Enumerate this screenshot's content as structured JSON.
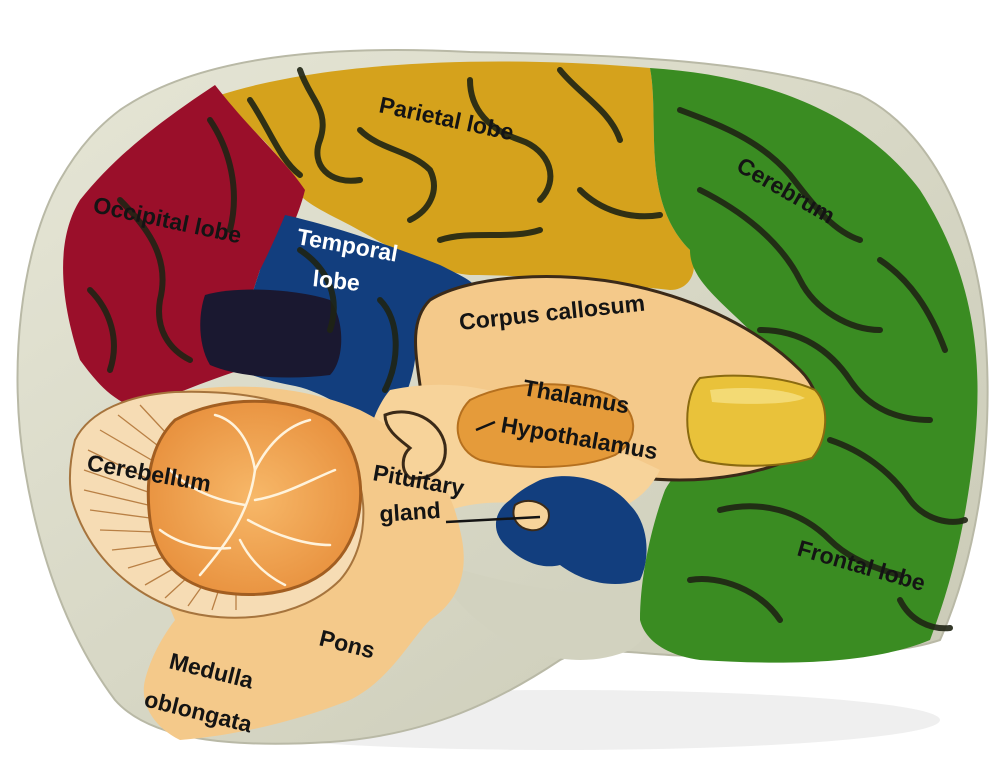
{
  "labels": {
    "parietal": "Parietal lobe",
    "cerebrum": "Cerebrum",
    "occipital": "Occipital lobe",
    "temporal_line1": "Temporal",
    "temporal_line2": "lobe",
    "corpus_callosum": "Corpus callosum",
    "thalamus": "Thalamus",
    "hypothalamus": "Hypothalamus",
    "cerebellum": "Cerebellum",
    "pituitary_line1": "Pituitary",
    "pituitary_line2": "gland",
    "frontal": "Frontal lobe",
    "pons": "Pons",
    "medulla_line1": "Medulla",
    "medulla_line2": "oblongata"
  },
  "colors": {
    "background": "#ffffff",
    "model_base": "#dcdccb",
    "parietal": "#d5a21c",
    "frontal": "#3a8c22",
    "occipital": "#9a0f2a",
    "temporal": "#123e7e",
    "core": "#f4c98a",
    "cerebellum": "#f1a64f",
    "thalamus": "#e59b3a",
    "ventricle": "#e9c23a",
    "sulcus": "#1f2414",
    "label_text": "#141414",
    "temporal_text": "#ffffff"
  }
}
